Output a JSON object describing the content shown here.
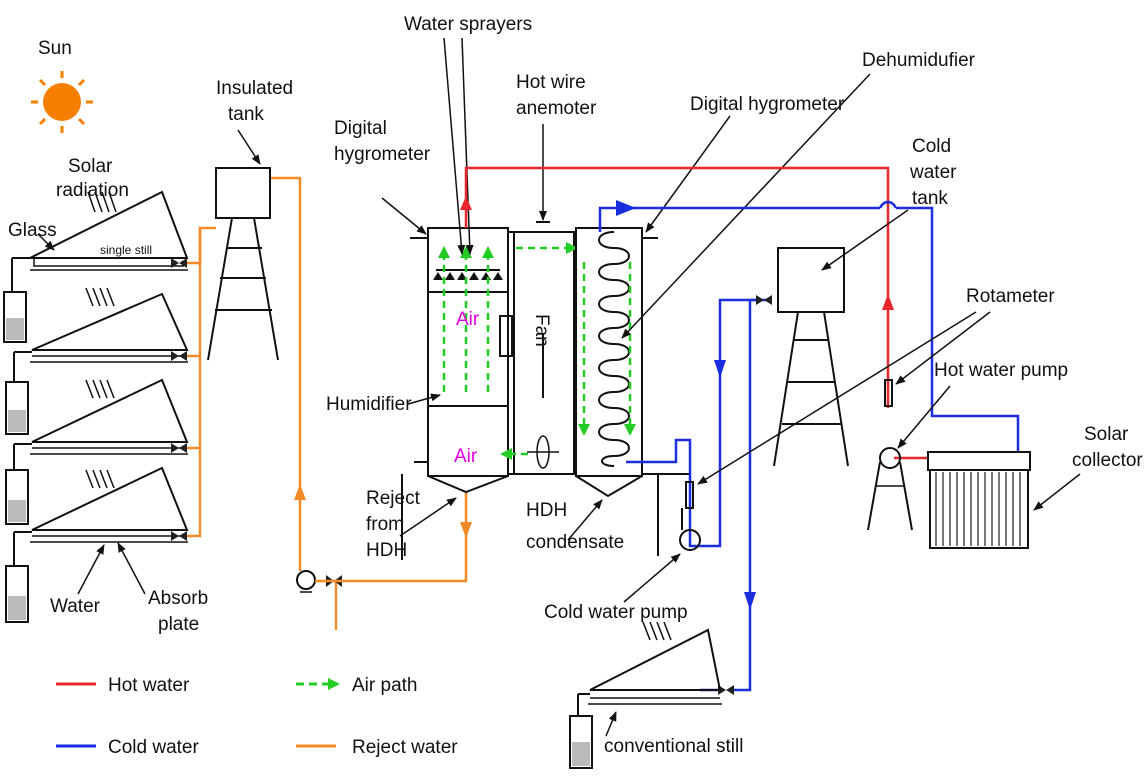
{
  "labels": {
    "sun": "Sun",
    "solar_radiation": "Solar radiation",
    "glass": "Glass",
    "single_still": "single still",
    "water": "Water",
    "absorb_plate": "Absorb plate",
    "insulated_tank": "Insulated tank",
    "water_sprayers": "Water sprayers",
    "hot_wire_anemometer": "Hot wire anemoter",
    "dehumidifier": "Dehumidufier",
    "digital_hygrometer_left": "Digital hygrometer",
    "digital_hygrometer_right": "Digital hygrometer",
    "cold_water_tank": "Cold water tank",
    "rotameter": "Rotameter",
    "hot_water_pump": "Hot water pump",
    "solar_collector": "Solar collector",
    "humidifier": "Humidifier",
    "air_top": "Air",
    "air_bottom": "Air",
    "fan": "Fan",
    "reject_from_hdh": "Reject from HDH",
    "hdh_condensate": "HDH condensate",
    "cold_water_pump": "Cold water pump",
    "conventional_still": "conventional still"
  },
  "legend": [
    {
      "label": "Hot water",
      "color": "#e8282e",
      "style": "solid"
    },
    {
      "label": "Air path",
      "color": "#22cc22",
      "style": "dashed"
    },
    {
      "label": "Cold water",
      "color": "#1a2ee0",
      "style": "solid"
    },
    {
      "label": "Reject water",
      "color": "#f28a28",
      "style": "solid"
    }
  ],
  "colors": {
    "sun": "#f77f00",
    "hot_water": "#e8282e",
    "cold_water": "#1a2ee0",
    "reject_water": "#f28a28",
    "air_path": "#22cc22",
    "air_text": "#e000e0"
  }
}
